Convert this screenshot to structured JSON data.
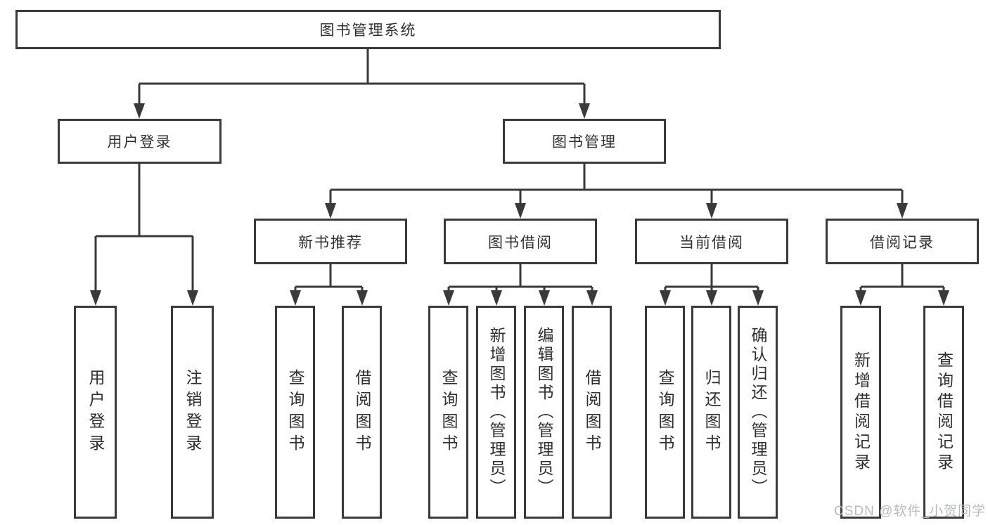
{
  "tree": {
    "label": "图书管理系统",
    "children": [
      {
        "label": "用户登录",
        "children": [
          {
            "label": "用户登录"
          },
          {
            "label": "注销登录"
          }
        ]
      },
      {
        "label": "图书管理",
        "children": [
          {
            "label": "新书推荐",
            "children": [
              {
                "label": "查询图书"
              },
              {
                "label": "借阅图书"
              }
            ]
          },
          {
            "label": "图书借阅",
            "children": [
              {
                "label": "查询图书"
              },
              {
                "label": "新增图书（管理员）"
              },
              {
                "label": "编辑图书（管理员）"
              },
              {
                "label": "借阅图书"
              }
            ]
          },
          {
            "label": "当前借阅",
            "children": [
              {
                "label": "查询图书"
              },
              {
                "label": "归还图书"
              },
              {
                "label": "确认归还（管理员）"
              }
            ]
          },
          {
            "label": "借阅记录",
            "children": [
              {
                "label": "新增借阅记录"
              },
              {
                "label": "查询借阅记录"
              }
            ]
          }
        ]
      }
    ]
  },
  "watermark": "CSDN @软件_小贺同学",
  "colors": {
    "line": "#3a3a3a",
    "text": "#2f2f2f",
    "watermark": "#b2b8be",
    "background": "#ffffff"
  }
}
